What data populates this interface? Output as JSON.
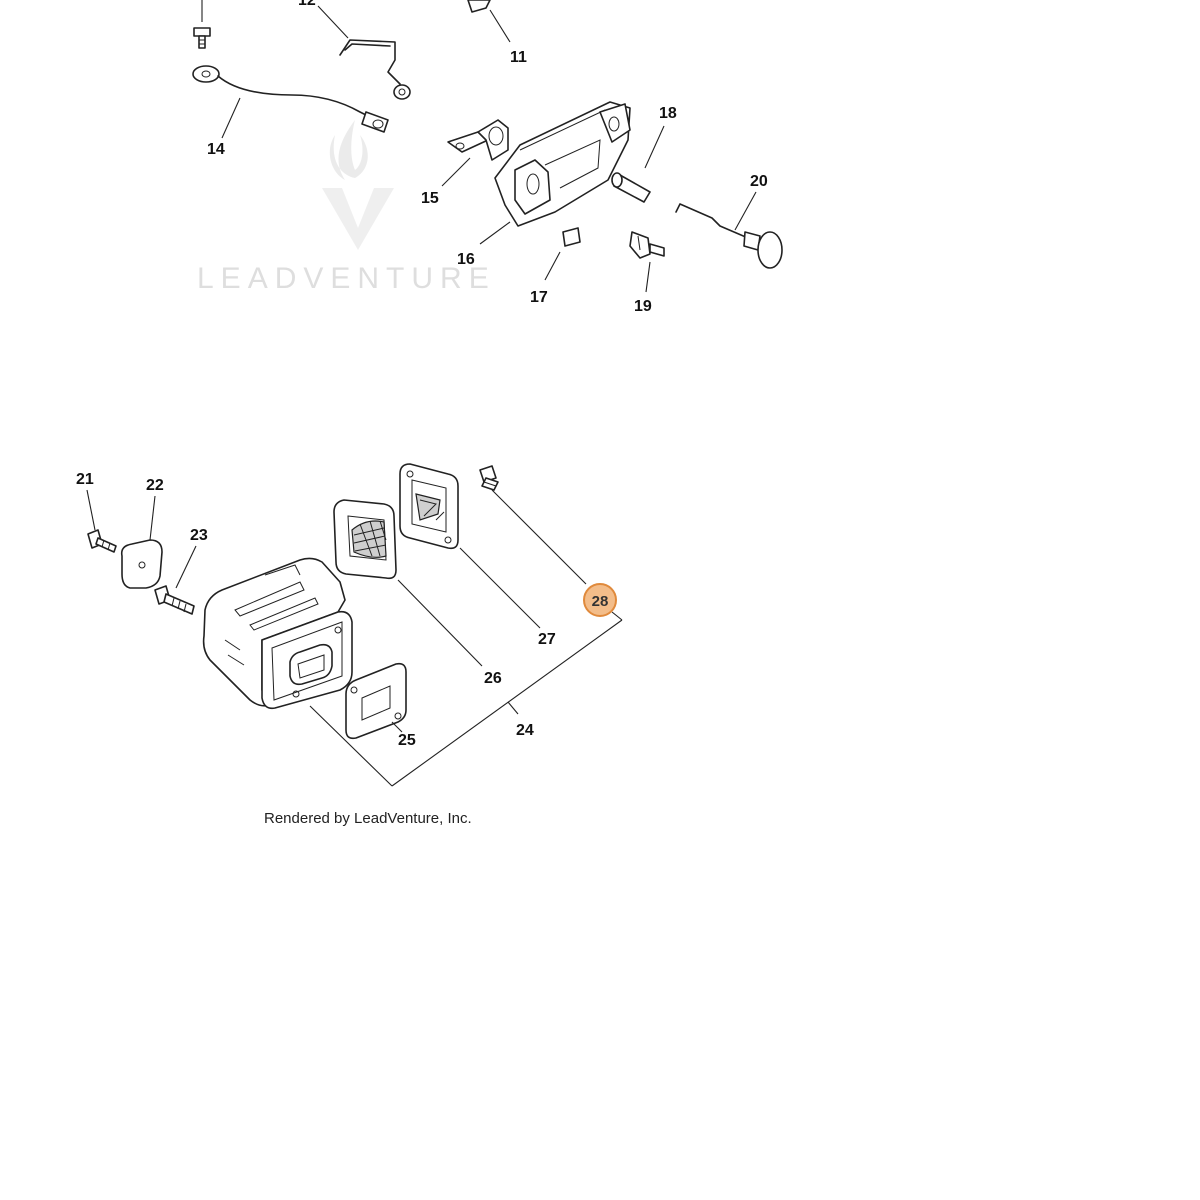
{
  "watermark": {
    "brand": "LEADVENTURE",
    "icon": "flame-v-logo-icon"
  },
  "callouts": {
    "c11": "11",
    "c12": "12",
    "c14": "14",
    "c15": "15",
    "c16": "16",
    "c17": "17",
    "c18": "18",
    "c19": "19",
    "c20": "20",
    "c21": "21",
    "c22": "22",
    "c23": "23",
    "c24": "24",
    "c25": "25",
    "c26": "26",
    "c27": "27",
    "c28": "28"
  },
  "highlight": {
    "label": "28",
    "color": "#f3bd8a",
    "border": "#e08a3c"
  },
  "credit": "Rendered by LeadVenture, Inc."
}
